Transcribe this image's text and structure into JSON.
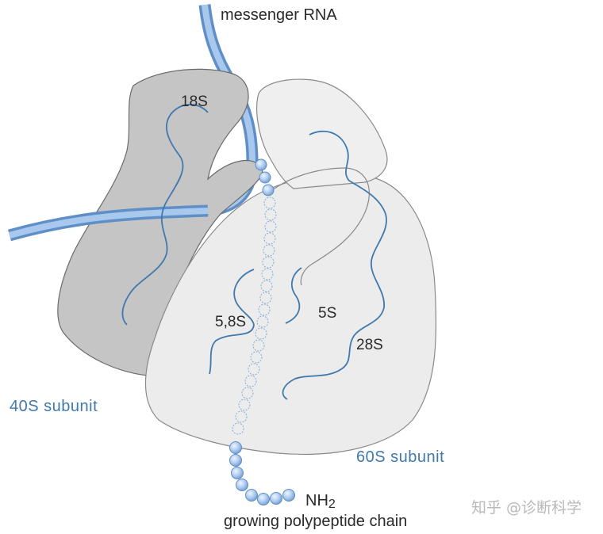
{
  "labels": {
    "mrna": "messenger RNA",
    "r18s": "18S",
    "r58s": "5,8S",
    "r5s": "5S",
    "r28s": "28S",
    "subunit40": "40S subunit",
    "subunit60": "60S subunit",
    "nh2": "NH",
    "nh2_sub": "2",
    "chain": "growing polypeptide chain"
  },
  "watermark": "知乎 @诊断科学",
  "colors": {
    "mrna": "#7aa6d6",
    "subunit40_fill": "#c4c4c4",
    "subunit60_fill": "#efefef",
    "rrna_line": "#3f79ad",
    "bead": "#a9c6ec",
    "label_blue": "#3f79ad"
  }
}
